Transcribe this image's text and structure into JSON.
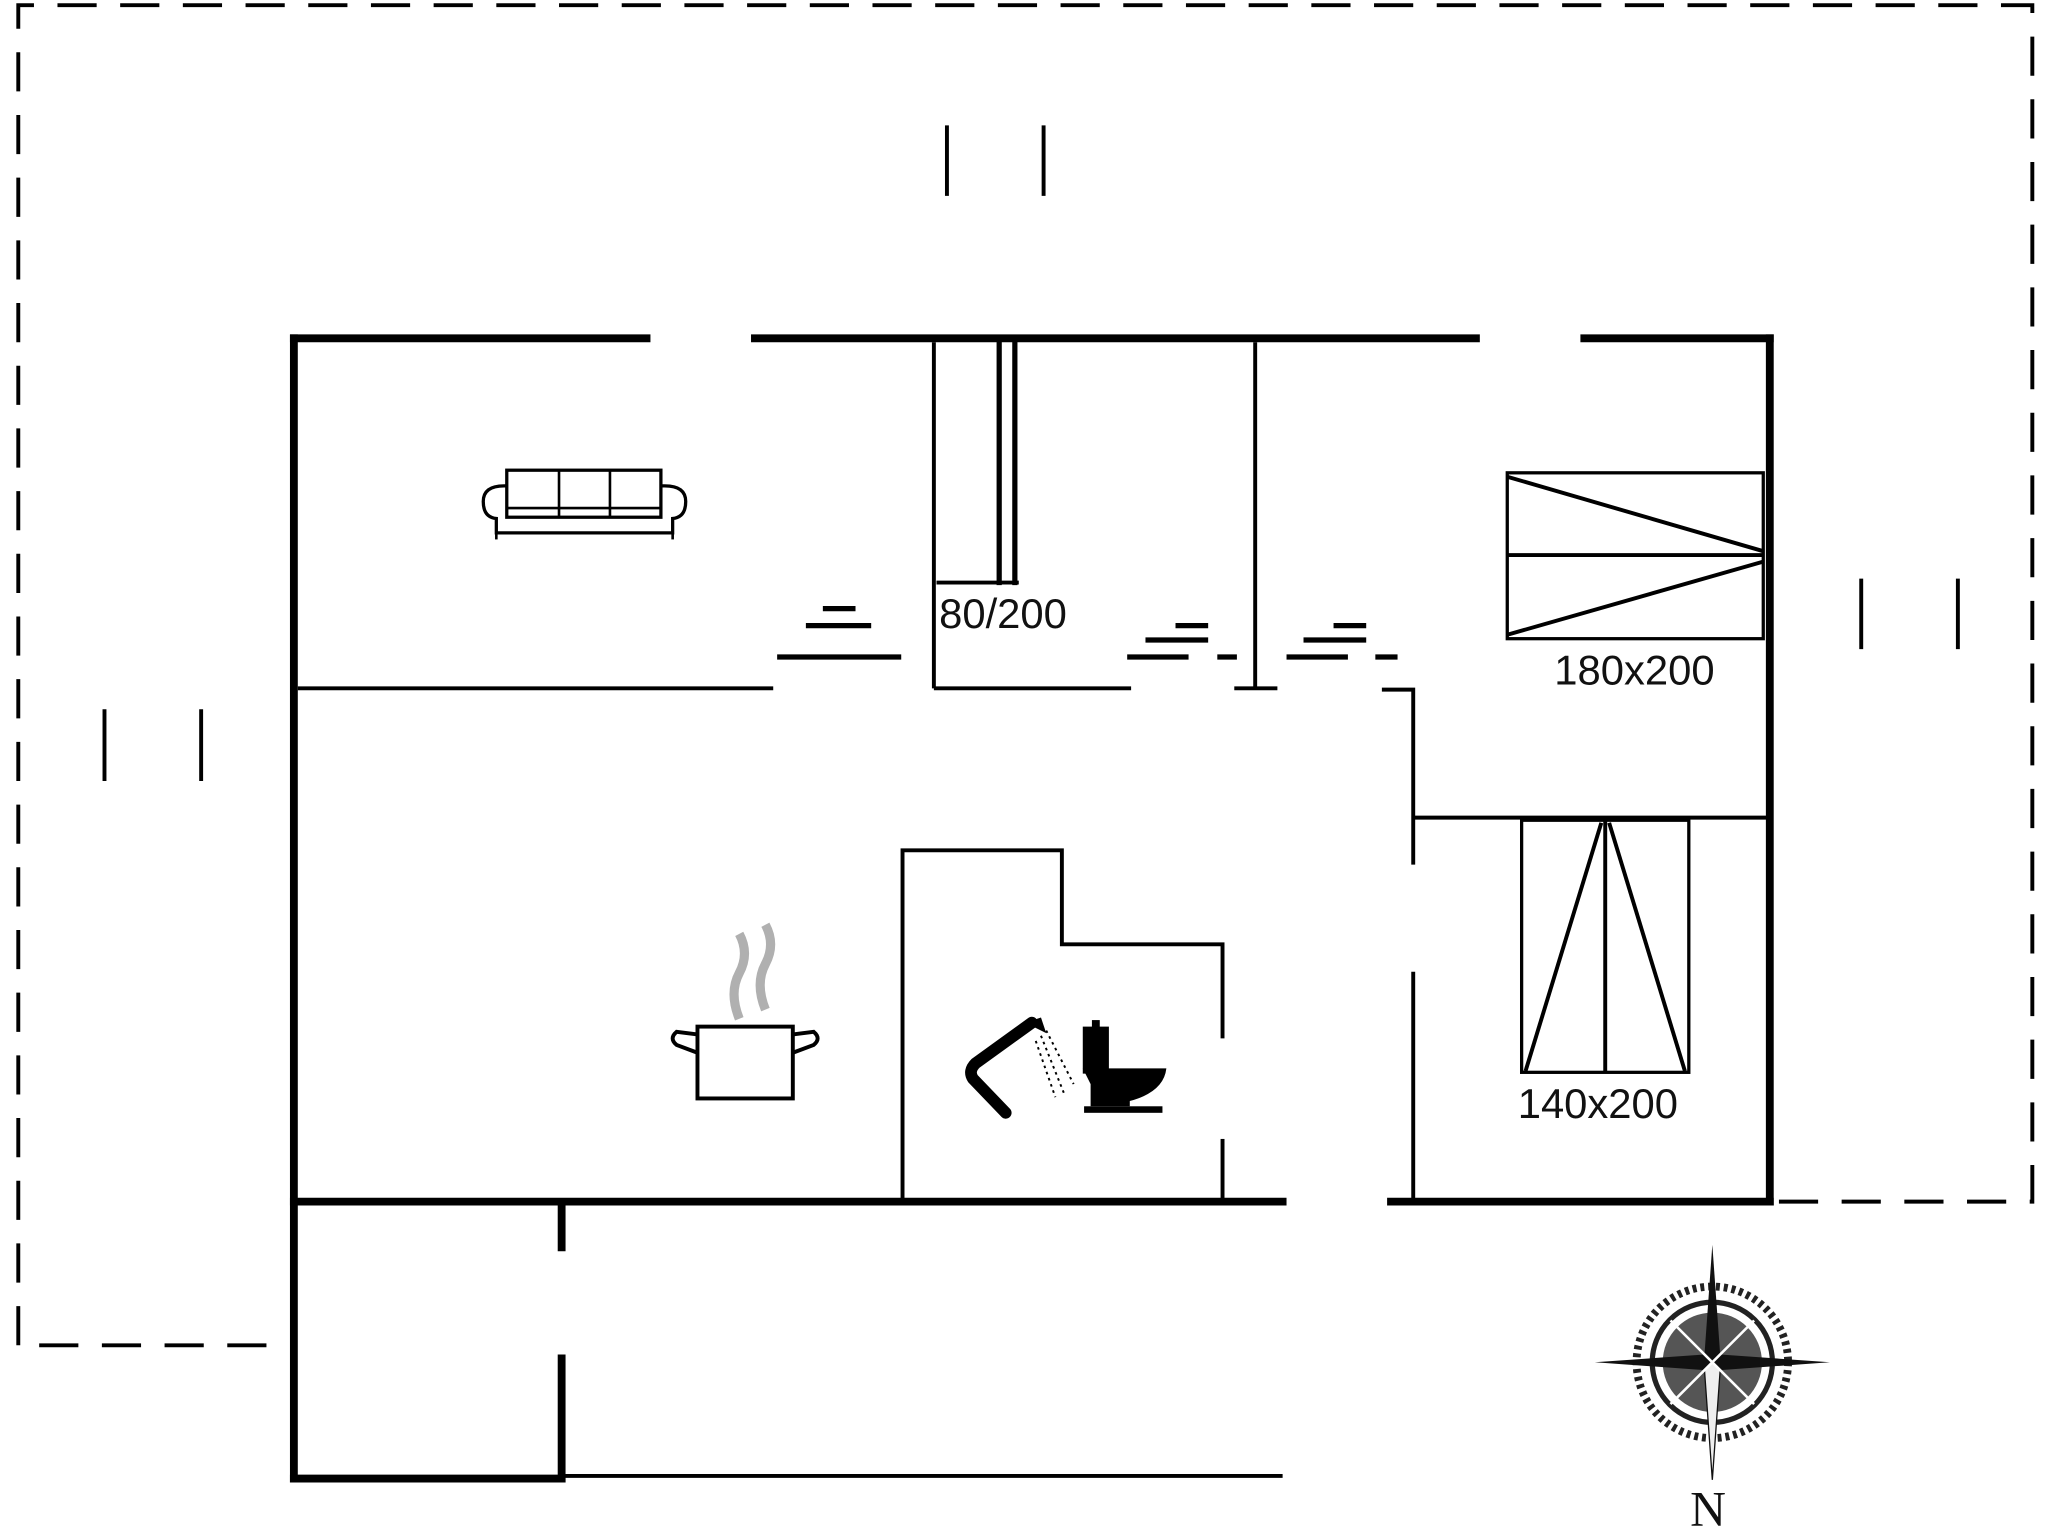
{
  "diagram": {
    "type": "floor-plan",
    "colors": {
      "line": "#000000",
      "background": "#ffffff",
      "steam": "#b0b0b0"
    },
    "rooms": [
      {
        "id": "living-room",
        "icon": "sofa-icon"
      },
      {
        "id": "bedroom-small",
        "bed_label": "80/200"
      },
      {
        "id": "bedroom-double",
        "bed_label": "180x200"
      },
      {
        "id": "bedroom-second",
        "bed_label": "140x200"
      },
      {
        "id": "kitchen",
        "icon": "cooking-pot-icon"
      },
      {
        "id": "bathroom",
        "icons": [
          "shower-icon",
          "toilet-icon"
        ]
      },
      {
        "id": "annex"
      }
    ],
    "labels": {
      "bed_single": "80/200",
      "bed_double": "180x200",
      "bed_second": "140x200"
    },
    "compass": {
      "icon": "compass-rose-icon",
      "label": "N"
    }
  }
}
